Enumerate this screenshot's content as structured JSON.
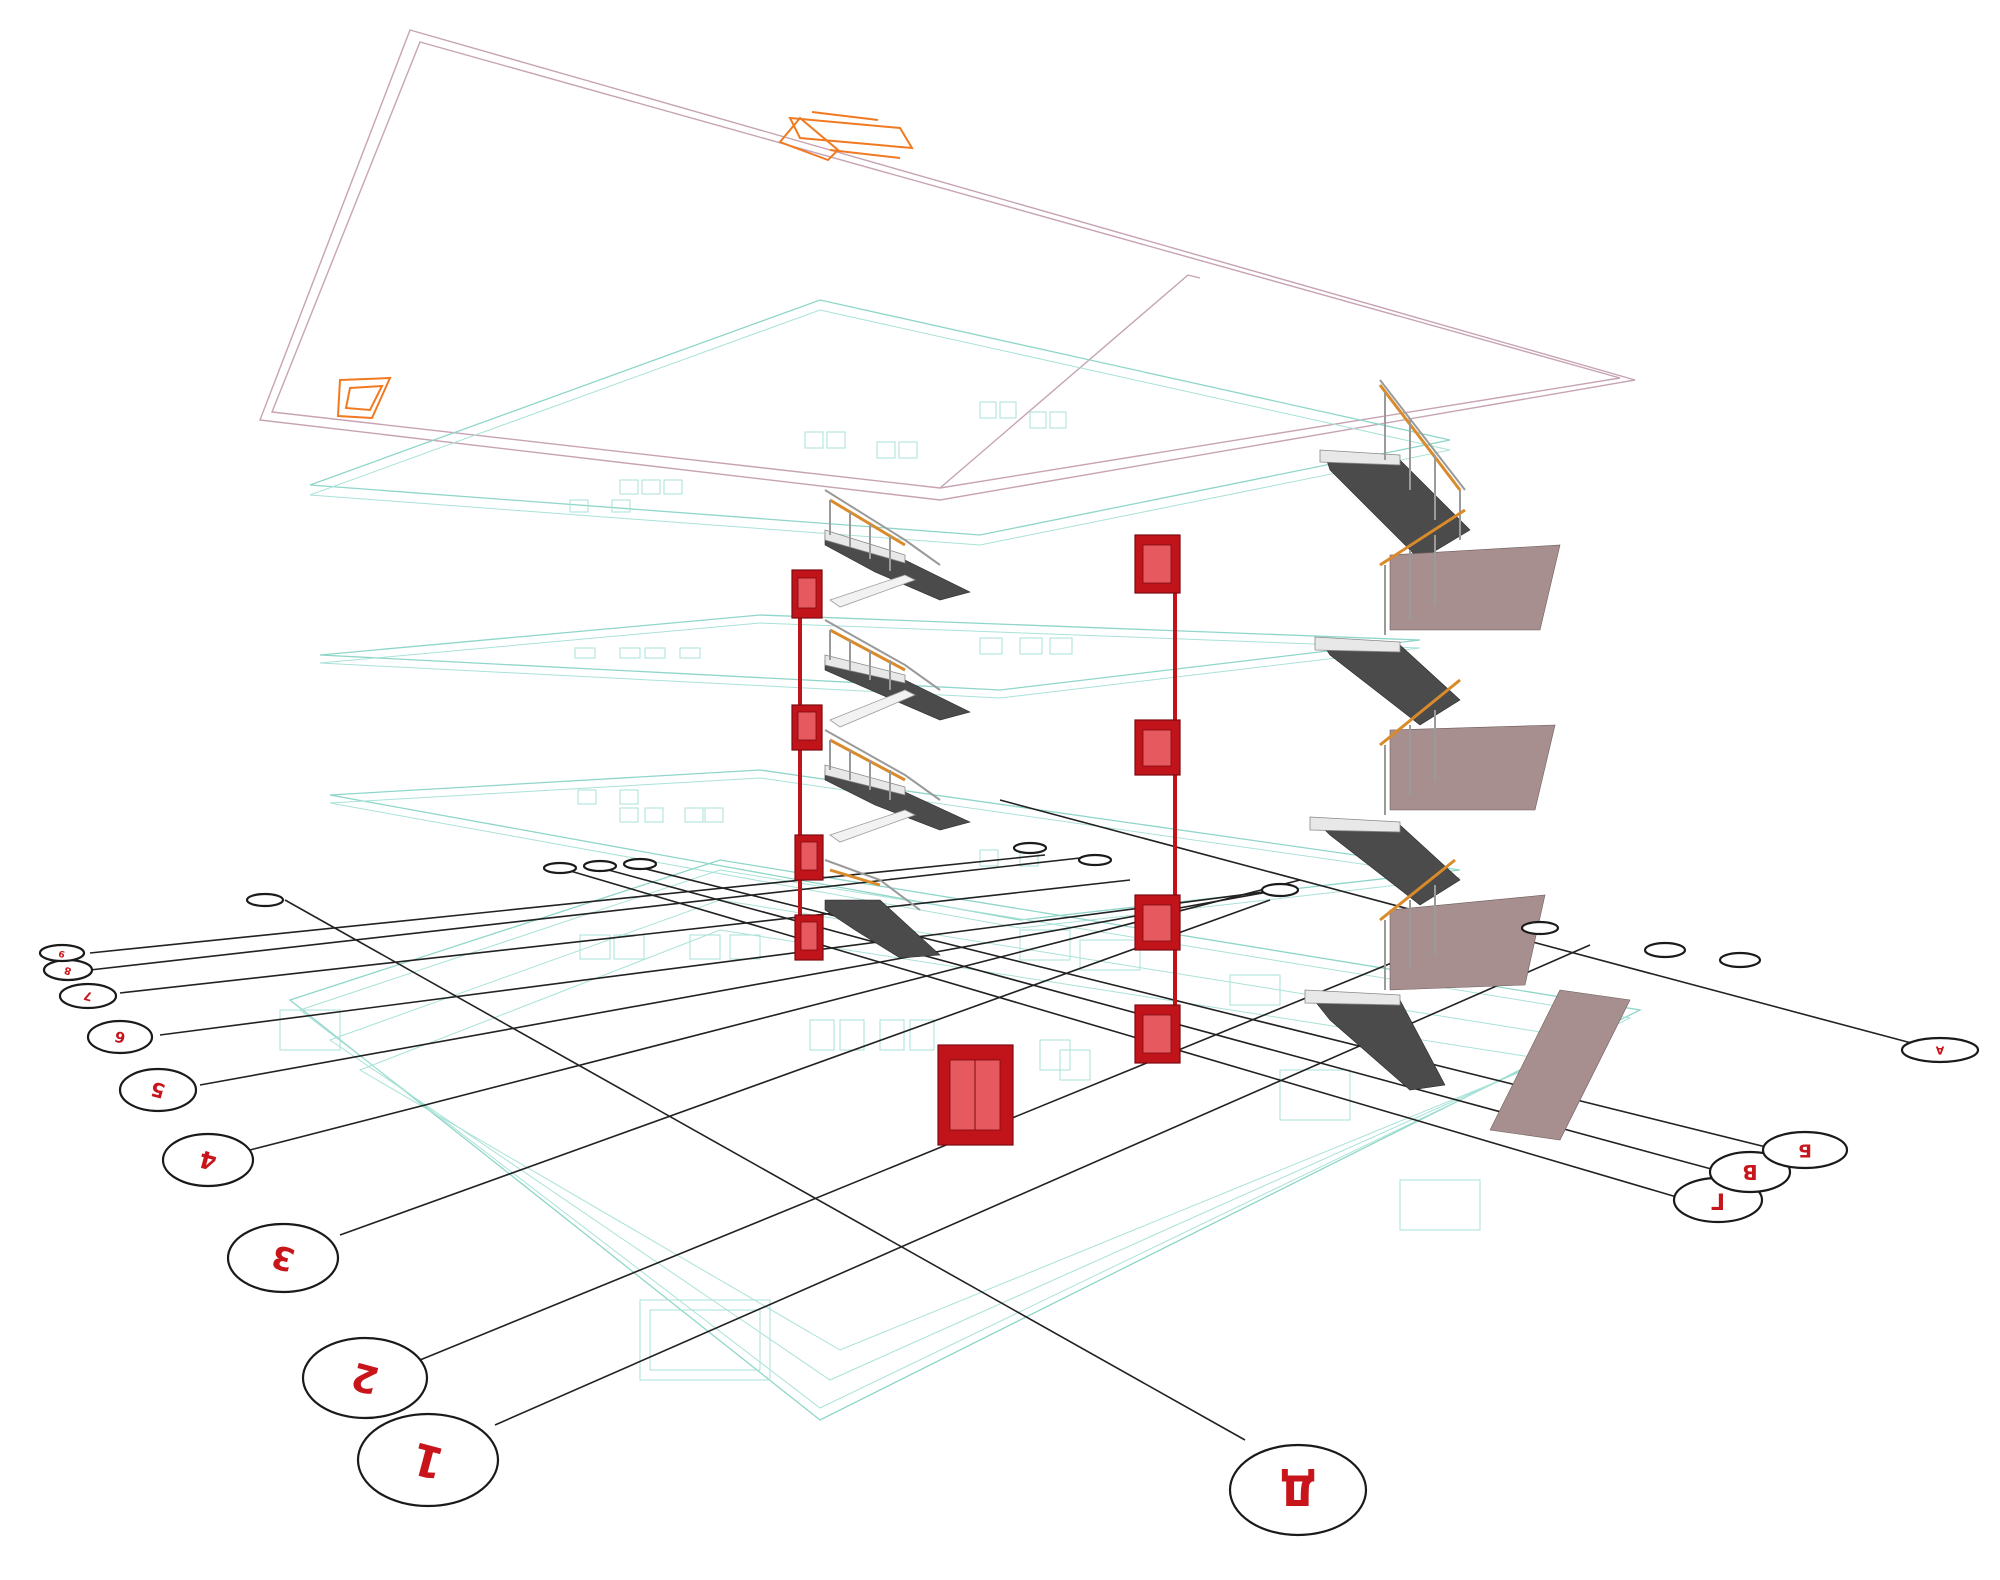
{
  "scene_description_visible_text_only": true,
  "grid_axes": {
    "numbered": [
      "1",
      "2",
      "3",
      "4",
      "5",
      "6",
      "7",
      "8",
      "9"
    ],
    "lettered": [
      "Д",
      "Г",
      "В",
      "Б",
      "А"
    ]
  },
  "colors": {
    "axis_line": "#222222",
    "bubble_label": "#c8141b",
    "floor_outline": "#8fd6c9",
    "roof_outline": "#c7a3b4",
    "roof_hatch": "#f07a22",
    "fire_equipment": "#c0141a",
    "stair_tread": "#a88f8f",
    "handrail": "#d98a2b"
  }
}
